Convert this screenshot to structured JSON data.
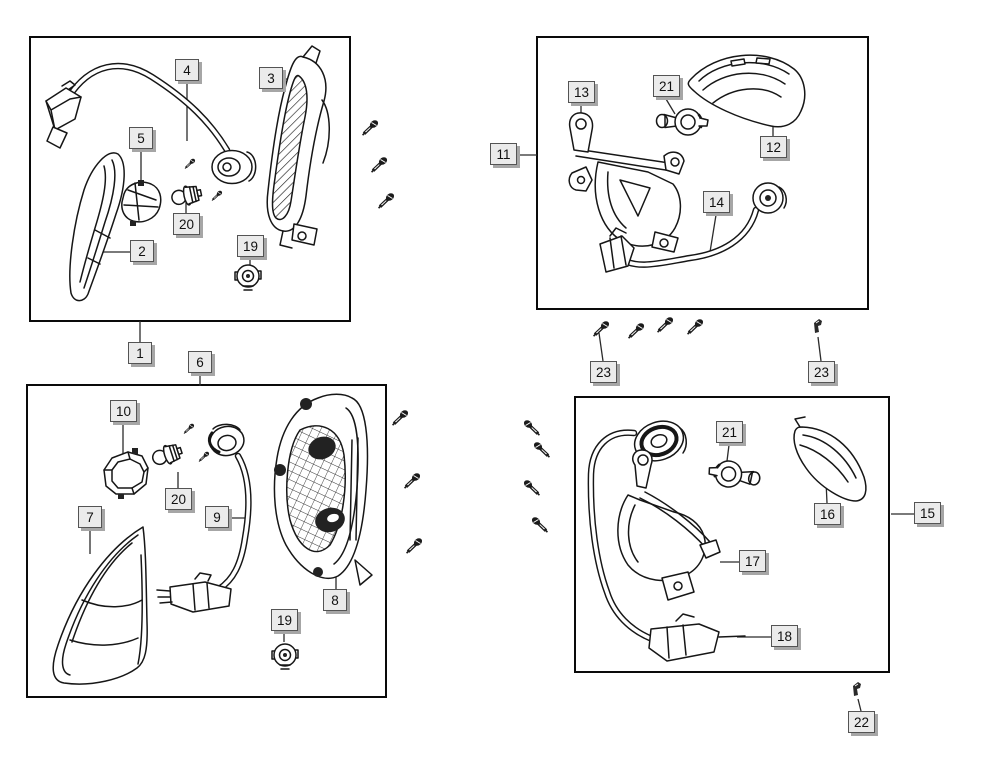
{
  "colors": {
    "background": "#ffffff",
    "line_art": "#161616",
    "callout_bg": "#ebebeb",
    "callout_border": "#545454",
    "callout_shadow": "#a6a6a6",
    "panel_border": "#0a0a0a"
  },
  "icons": {
    "screw": "screw-icon",
    "clip": "clip-icon"
  },
  "panels": [
    {
      "position": "top-left",
      "callout_numbers": [
        "1",
        "2",
        "3",
        "4",
        "5",
        "19",
        "20"
      ]
    },
    {
      "position": "top-right",
      "callout_numbers": [
        "11",
        "12",
        "13",
        "14",
        "21"
      ]
    },
    {
      "position": "bottom-left",
      "callout_numbers": [
        "6",
        "7",
        "8",
        "9",
        "10",
        "19",
        "20"
      ]
    },
    {
      "position": "bottom-right",
      "callout_numbers": [
        "15",
        "16",
        "17",
        "18",
        "21"
      ]
    }
  ],
  "loose_callout_numbers": [
    "23",
    "23",
    "22"
  ],
  "callouts": [
    {
      "text": "1"
    },
    {
      "text": "2"
    },
    {
      "text": "3"
    },
    {
      "text": "4"
    },
    {
      "text": "5"
    },
    {
      "text": "19"
    },
    {
      "text": "20"
    },
    {
      "text": "6"
    },
    {
      "text": "7"
    },
    {
      "text": "8"
    },
    {
      "text": "9"
    },
    {
      "text": "10"
    },
    {
      "text": "19"
    },
    {
      "text": "20"
    },
    {
      "text": "11"
    },
    {
      "text": "12"
    },
    {
      "text": "13"
    },
    {
      "text": "14"
    },
    {
      "text": "21"
    },
    {
      "text": "23"
    },
    {
      "text": "23"
    },
    {
      "text": "15"
    },
    {
      "text": "16"
    },
    {
      "text": "17"
    },
    {
      "text": "18"
    },
    {
      "text": "21"
    },
    {
      "text": "22"
    }
  ]
}
